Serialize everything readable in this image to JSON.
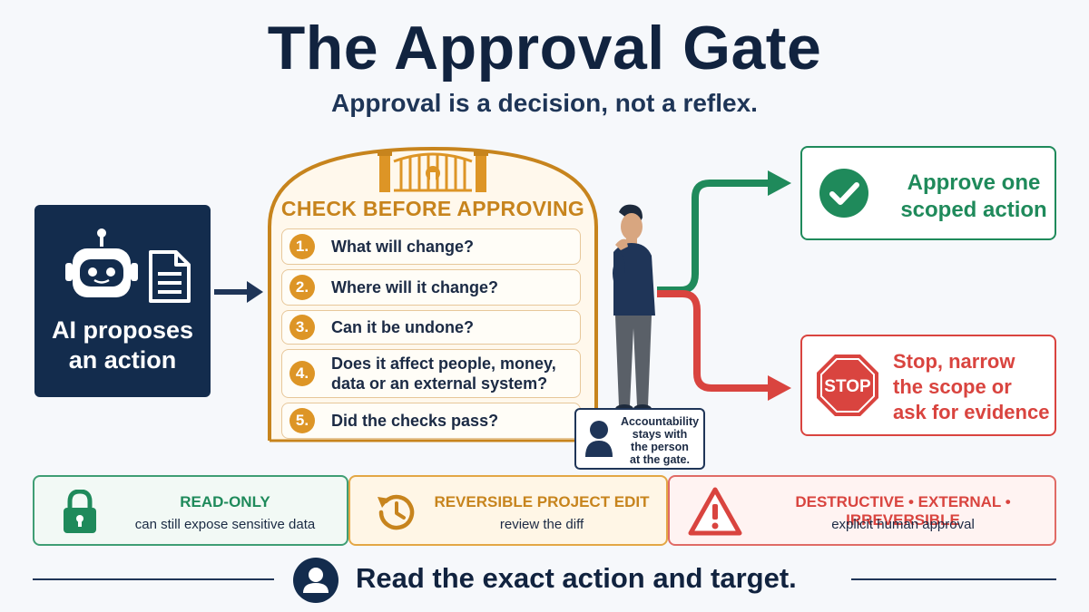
{
  "title": "The Approval Gate",
  "subtitle": "Approval is a decision, not a reflex.",
  "proposer": {
    "label_line1": "AI proposes",
    "label_line2": "an action"
  },
  "gate": {
    "heading": "CHECK BEFORE APPROVING",
    "checks": [
      {
        "num": "1.",
        "text": "What will change?"
      },
      {
        "num": "2.",
        "text": "Where will it change?"
      },
      {
        "num": "3.",
        "text": "Can it be undone?"
      },
      {
        "num": "4.",
        "text": "Does it affect people, money, data or an external system?"
      },
      {
        "num": "5.",
        "text": "Did the checks pass?"
      }
    ]
  },
  "accountability": {
    "line1": "Accountability",
    "line2": "stays with",
    "line3": "the person",
    "line4": "at the gate."
  },
  "outcomes": {
    "approve": {
      "line1": "Approve one",
      "line2": "scoped action"
    },
    "stop": {
      "sign": "STOP",
      "line1": "Stop, narrow",
      "line2": "the scope or",
      "line3": "ask for evidence"
    }
  },
  "risk_levels": [
    {
      "title": "READ-ONLY",
      "sub": "can still expose sensitive data"
    },
    {
      "title": "REVERSIBLE PROJECT EDIT",
      "sub": "review the diff"
    },
    {
      "title": "DESTRUCTIVE • EXTERNAL • IRREVERSIBLE",
      "sub": "explicit human approval"
    }
  ],
  "footer": "Read the exact action and target.",
  "colors": {
    "navy": "#132c4d",
    "amber": "#dd9526",
    "green": "#1f8a5b",
    "red": "#d9443f"
  },
  "icons": [
    "robot-icon",
    "document-icon",
    "gate-icon",
    "person-icon",
    "checkmark-icon",
    "stop-sign-icon",
    "lock-icon",
    "history-icon",
    "warning-icon",
    "user-icon"
  ]
}
